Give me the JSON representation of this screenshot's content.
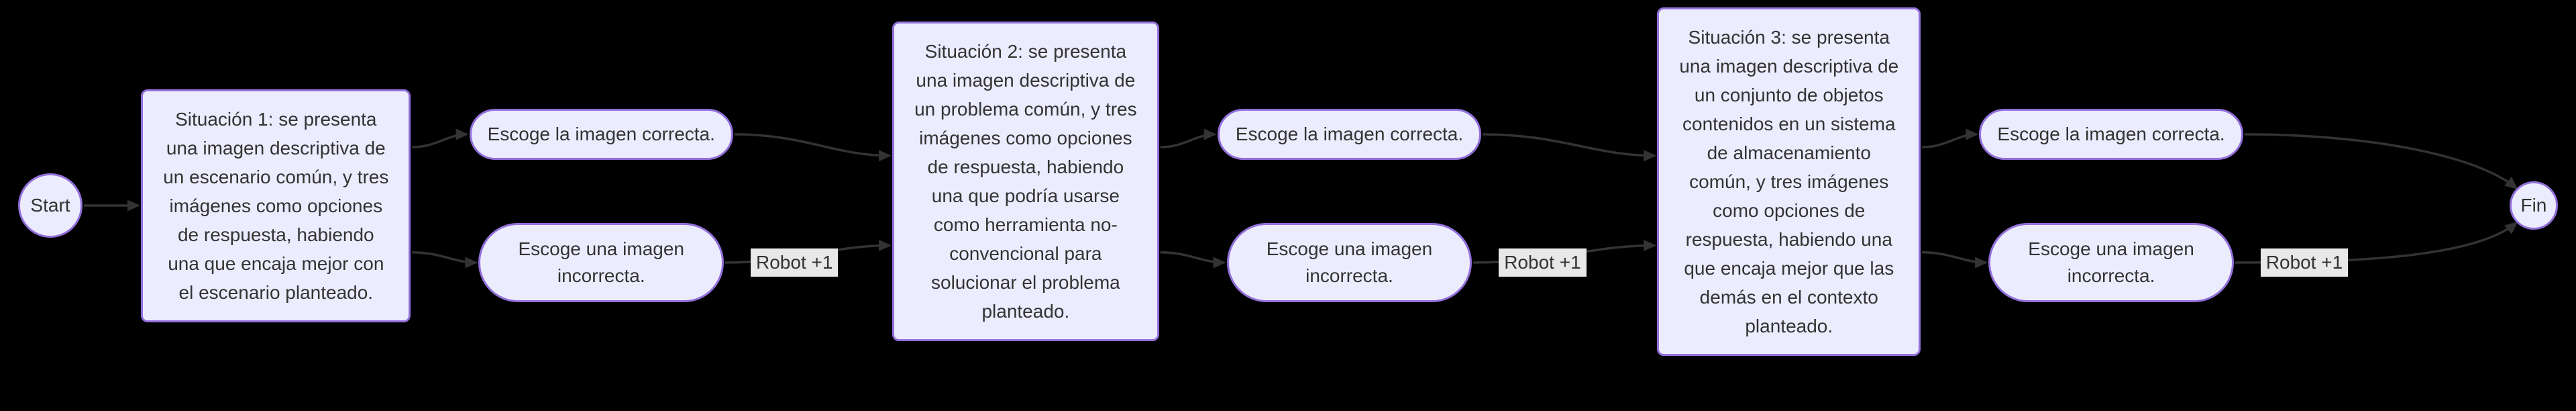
{
  "diagram": {
    "type": "flowchart",
    "direction": "left-to-right",
    "colors": {
      "background": "#000000",
      "node_fill": "#ECECFF",
      "node_border": "#9370DB",
      "edge": "#333333",
      "label_bg": "#e8e8e8",
      "text": "#333333"
    }
  },
  "nodes": {
    "start": {
      "label": "Start",
      "shape": "circle"
    },
    "sit1": {
      "label": "Situación 1: se presenta\nuna imagen descriptiva de\nun escenario común, y tres\nimágenes como opciones\nde respuesta, habiendo\nuna que encaja mejor con\nel escenario planteado.",
      "shape": "rounded-box"
    },
    "correct1": {
      "label": "Escoge la imagen correcta.",
      "shape": "stadium"
    },
    "incorrect1": {
      "label": "Escoge una imagen\nincorrecta.",
      "shape": "stadium"
    },
    "sit2": {
      "label": "Situación 2: se presenta\nuna imagen descriptiva de\nun problema común, y tres\nimágenes como opciones\nde respuesta, habiendo\nuna que podría usarse\ncomo herramienta no-\nconvencional para\nsolucionar el problema\nplanteado.",
      "shape": "rounded-box"
    },
    "correct2": {
      "label": "Escoge la imagen correcta.",
      "shape": "stadium"
    },
    "incorrect2": {
      "label": "Escoge una imagen\nincorrecta.",
      "shape": "stadium"
    },
    "sit3": {
      "label": "Situación 3: se presenta\nuna imagen descriptiva de\nun conjunto de objetos\ncontenidos en un sistema\nde almacenamiento\ncomún, y tres imágenes\ncomo opciones de\nrespuesta, habiendo una\nque encaja mejor que las\ndemás en el contexto\nplanteado.",
      "shape": "rounded-box"
    },
    "correct3": {
      "label": "Escoge la imagen correcta.",
      "shape": "stadium"
    },
    "incorrect3": {
      "label": "Escoge una imagen\nincorrecta.",
      "shape": "stadium"
    },
    "fin": {
      "label": "Fin",
      "shape": "circle"
    }
  },
  "edges": [
    {
      "from": "start",
      "to": "sit1"
    },
    {
      "from": "sit1",
      "to": "correct1"
    },
    {
      "from": "sit1",
      "to": "incorrect1"
    },
    {
      "from": "correct1",
      "to": "sit2"
    },
    {
      "from": "incorrect1",
      "to": "sit2",
      "label": "Robot +1"
    },
    {
      "from": "sit2",
      "to": "correct2"
    },
    {
      "from": "sit2",
      "to": "incorrect2"
    },
    {
      "from": "correct2",
      "to": "sit3"
    },
    {
      "from": "incorrect2",
      "to": "sit3",
      "label": "Robot +1"
    },
    {
      "from": "sit3",
      "to": "correct3"
    },
    {
      "from": "sit3",
      "to": "incorrect3"
    },
    {
      "from": "correct3",
      "to": "fin"
    },
    {
      "from": "incorrect3",
      "to": "fin",
      "label": "Robot +1"
    }
  ]
}
